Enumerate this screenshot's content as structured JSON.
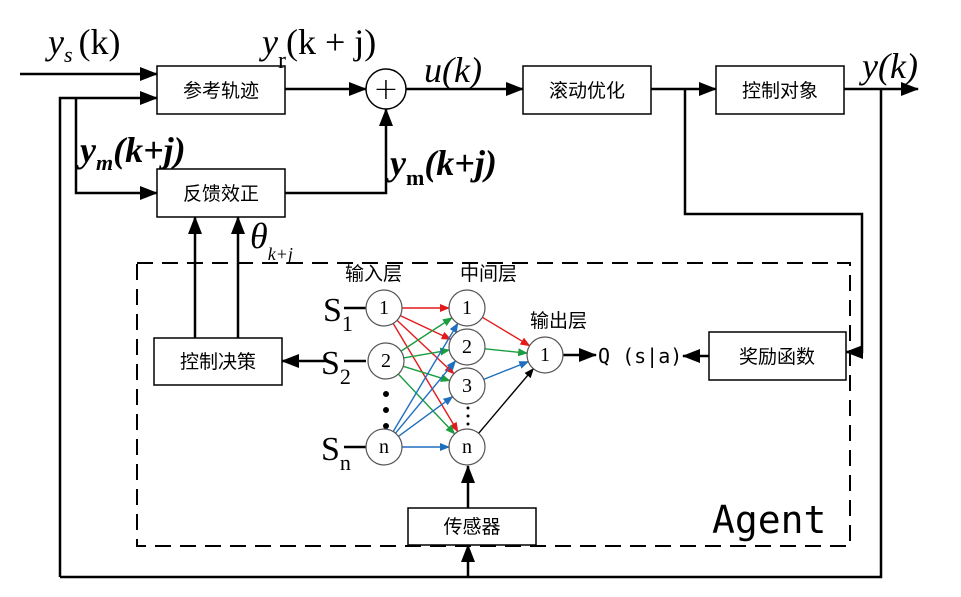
{
  "blocks": {
    "reference": "参考轨迹",
    "feedback": "反馈效正",
    "rolling": "滚动优化",
    "plant": "控制对象",
    "decision": "控制决策",
    "reward": "奖励函数",
    "sensor": "传感器"
  },
  "signals": {
    "ys": "y",
    "ys_sub": "s",
    "ys_arg": "(k)",
    "yr": "y",
    "yr_sub": "r",
    "yr_arg": "(k + j)",
    "u": "u(k)",
    "y": "y(k)",
    "ym1": "y",
    "ym1_sub": "m",
    "ym1_arg": "(k+j)",
    "ym2": "y",
    "ym2_sub": "m",
    "ym2_arg": "(k+j)",
    "theta": "θ",
    "theta_sub": "k+j",
    "sum": "+"
  },
  "network": {
    "input_layer": "输入层",
    "hidden_layer": "中间层",
    "output_layer": "输出层",
    "inputs": [
      "S",
      "S",
      "S"
    ],
    "input_subs": [
      "1",
      "2",
      "n"
    ],
    "input_nodes": [
      "1",
      "2",
      "n"
    ],
    "hidden_nodes": [
      "1",
      "2",
      "3",
      "n"
    ],
    "output_nodes": [
      "1"
    ],
    "output": "Q (s|a)",
    "edge_colors": [
      "#e31a1c",
      "#1a9e3f",
      "#1f6fbf",
      "#000000"
    ]
  },
  "agent_label": "Agent"
}
